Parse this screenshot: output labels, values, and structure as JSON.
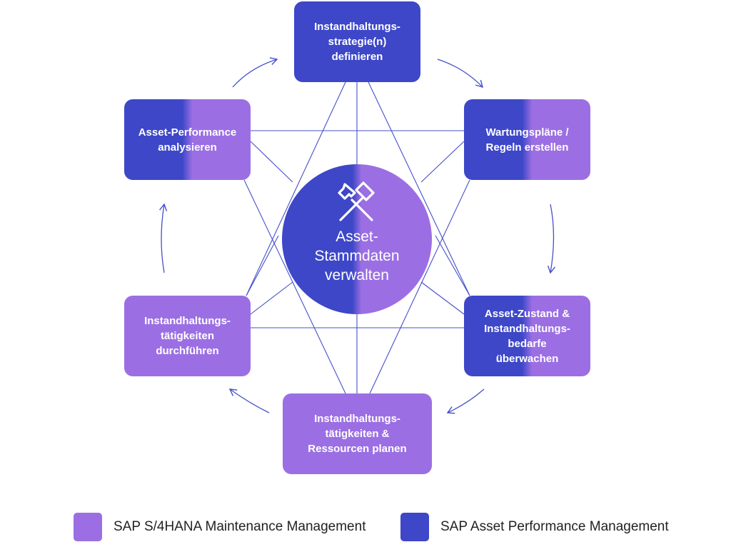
{
  "colors": {
    "s4hana": "#9b6fe3",
    "apm": "#3d47c8",
    "line": "#4550c8",
    "text": "#ffffff"
  },
  "center": {
    "label": "Asset-\nStammdaten\nverwalten",
    "icon": "crossed-hammers-icon"
  },
  "nodes": [
    {
      "id": "strategy",
      "label": "Instandhaltungs-\nstrategie(n)\ndefinieren",
      "fill": "apm"
    },
    {
      "id": "plans",
      "label": "Wartungspläne /\nRegeln erstellen",
      "fill": "split"
    },
    {
      "id": "monitor",
      "label": "Asset-Zustand &\nInstandhaltungs-\nbedarfe\nüberwachen",
      "fill": "split"
    },
    {
      "id": "resources",
      "label": "Instandhaltungs-\ntätigkeiten &\nRessourcen planen",
      "fill": "s4hana"
    },
    {
      "id": "execute",
      "label": "Instandhaltungs-\ntätigkeiten\ndurchführen",
      "fill": "s4hana"
    },
    {
      "id": "performance",
      "label": "Asset-Performance\nanalysieren",
      "fill": "split"
    }
  ],
  "legend": [
    {
      "label": "SAP S/4HANA Maintenance Management",
      "color_key": "s4hana"
    },
    {
      "label": "SAP Asset Performance Management",
      "color_key": "apm"
    }
  ]
}
